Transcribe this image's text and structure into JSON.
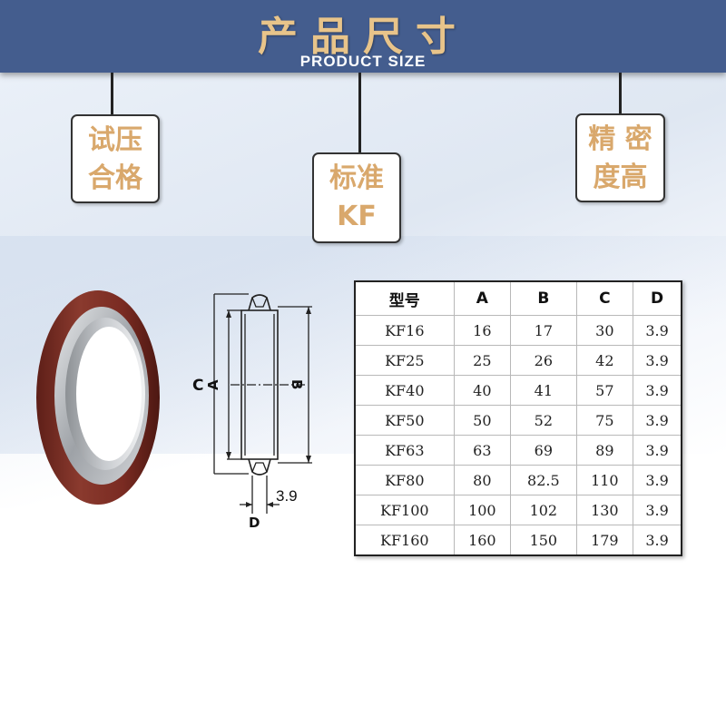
{
  "header": {
    "title": "产品尺寸",
    "subtitle": "PRODUCT  SIZE"
  },
  "tags": [
    {
      "line1": "试压",
      "line2": "合格"
    },
    {
      "line1": "标准",
      "line2": "KF"
    },
    {
      "line1": "精 密",
      "line2": "度高"
    }
  ],
  "drawing": {
    "label_c": "C",
    "label_a": "A",
    "label_b": "B",
    "label_d": "D",
    "thickness": "3.9"
  },
  "table": {
    "headers": [
      "型号",
      "A",
      "B",
      "C",
      "D"
    ],
    "rows": [
      [
        "KF16",
        "16",
        "17",
        "30",
        "3.9"
      ],
      [
        "KF25",
        "25",
        "26",
        "42",
        "3.9"
      ],
      [
        "KF40",
        "40",
        "41",
        "57",
        "3.9"
      ],
      [
        "KF50",
        "50",
        "52",
        "75",
        "3.9"
      ],
      [
        "KF63",
        "63",
        "69",
        "89",
        "3.9"
      ],
      [
        "KF80",
        "80",
        "82.5",
        "110",
        "3.9"
      ],
      [
        "KF100",
        "100",
        "102",
        "130",
        "3.9"
      ],
      [
        "KF160",
        "160",
        "150",
        "179",
        "3.9"
      ]
    ]
  },
  "colors": {
    "header_bg": "#445d8e",
    "title_gold": "#e8c48a",
    "tag_gold": "#d9a86c",
    "seal_red": "#7a2b22",
    "metal": "#b9bcc0"
  }
}
